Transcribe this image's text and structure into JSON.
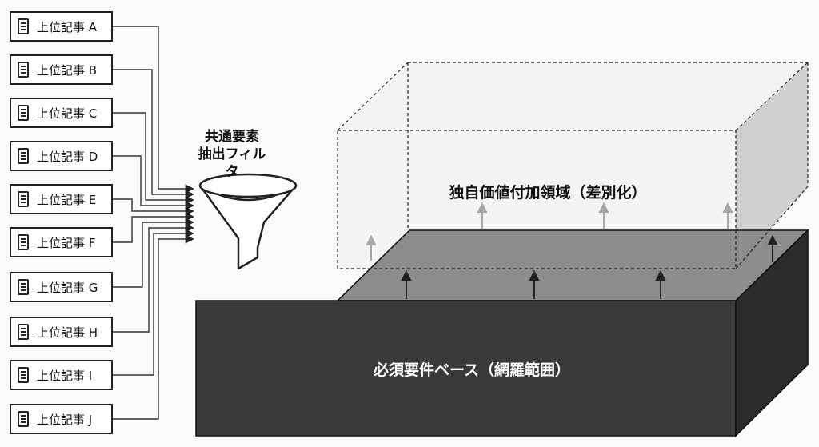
{
  "articles": [
    {
      "label": "上位記事 A"
    },
    {
      "label": "上位記事 B"
    },
    {
      "label": "上位記事 C"
    },
    {
      "label": "上位記事 D"
    },
    {
      "label": "上位記事 E"
    },
    {
      "label": "上位記事 F"
    },
    {
      "label": "上位記事 G"
    },
    {
      "label": "上位記事 H"
    },
    {
      "label": "上位記事 I"
    },
    {
      "label": "上位記事 J"
    }
  ],
  "filter": {
    "label_line1": "共通要素",
    "label_line2": "抽出フィルタ",
    "icon": "funnel-icon"
  },
  "unique_area": {
    "label": "独自価値付加領域（差別化）"
  },
  "base": {
    "label": "必須要件ベース（網羅範囲）"
  },
  "colors": {
    "base_front": "#3a3a3a",
    "base_side": "#2b2b2b",
    "base_top": "#8c8c8c",
    "outline": "#222222",
    "light_arrow": "#a8a8a8"
  }
}
